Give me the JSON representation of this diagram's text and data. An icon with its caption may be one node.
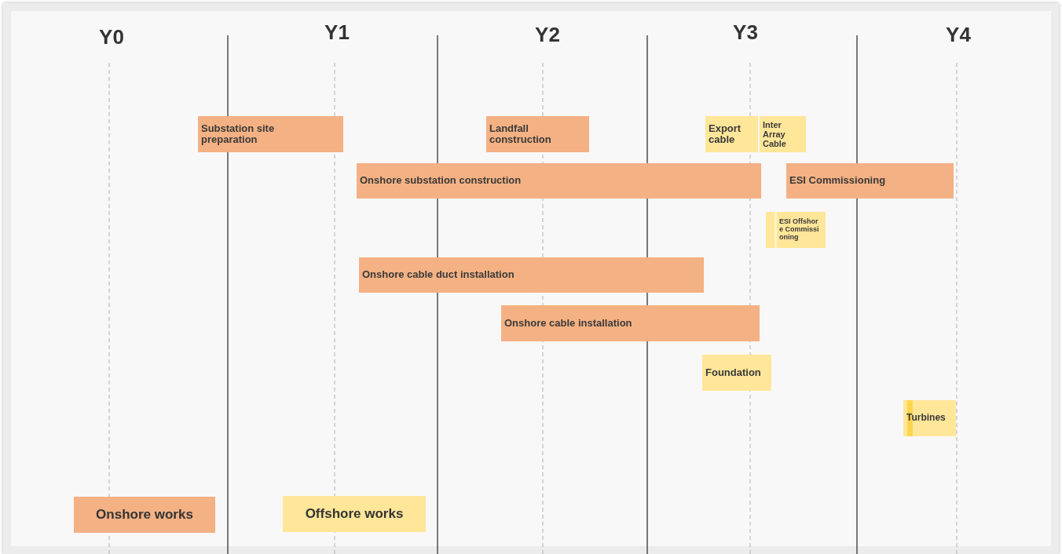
{
  "diagram": {
    "nodes": [
      {
        "text": [
          "Substation site preparation"
        ]
      },
      {
        "text": [
          "Landfall construction"
        ]
      },
      {
        "text": [
          "Export cable"
        ]
      },
      {
        "text": [
          "Inter Array Cable"
        ]
      },
      {
        "text": [
          "Onshore substation construction"
        ]
      },
      {
        "text": [
          "ESI Commissioning"
        ]
      },
      {
        "text": [
          "ESI Offshore Commissioning"
        ]
      },
      {
        "text": [
          "Onshore cable duct installation"
        ]
      },
      {
        "text": [
          "Onshore cable installation"
        ]
      },
      {
        "text": [
          "Foundation"
        ]
      },
      {
        "text": [
          "Turbines"
        ]
      }
    ],
    "labels": [
      "Y0",
      "Y1",
      "Y2",
      "Y3",
      "Y4"
    ],
    "legend": [
      {
        "text": "Onshore works",
        "color": "#f4b183"
      },
      {
        "text": "Offshore works",
        "color": "#ffe699"
      }
    ]
  }
}
